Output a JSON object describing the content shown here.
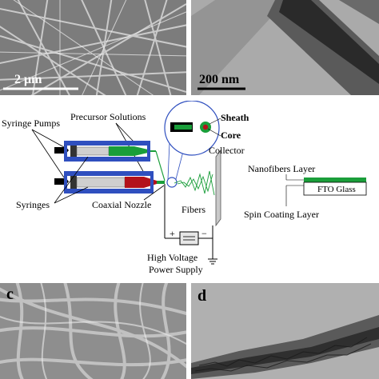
{
  "panels": {
    "sem_top": {
      "scale_bar": "2 μm"
    },
    "tem_top": {
      "scale_bar": "200 nm"
    },
    "sem_bottom": {
      "letter": "c"
    },
    "tem_bottom": {
      "letter": "d"
    }
  },
  "schematic": {
    "syringe_pumps": "Syringe Pumps",
    "precursor_solutions": "Precursor Solutions",
    "sheath": "Sheath",
    "core": "Core",
    "collector": "Collector",
    "syringes": "Syringes",
    "coaxial_nozzle": "Coaxial Nozzle",
    "fibers": "Fibers",
    "high_voltage_line1": "High Voltage",
    "high_voltage_line2": "Power Supply",
    "nanofibers_layer": "Nanofibers Layer",
    "fto_glass": "FTO Glass",
    "spin_coating_layer": "Spin Coating Layer",
    "plus_sign": "+",
    "minus_sign": "−"
  },
  "colors": {
    "green_solution": "#1a9e3a",
    "red_solution": "#b3121b",
    "syringe_blue": "#2f4fbf",
    "sem_bg": "#8e8e8e",
    "tem_bg": "#a6a6a6"
  }
}
